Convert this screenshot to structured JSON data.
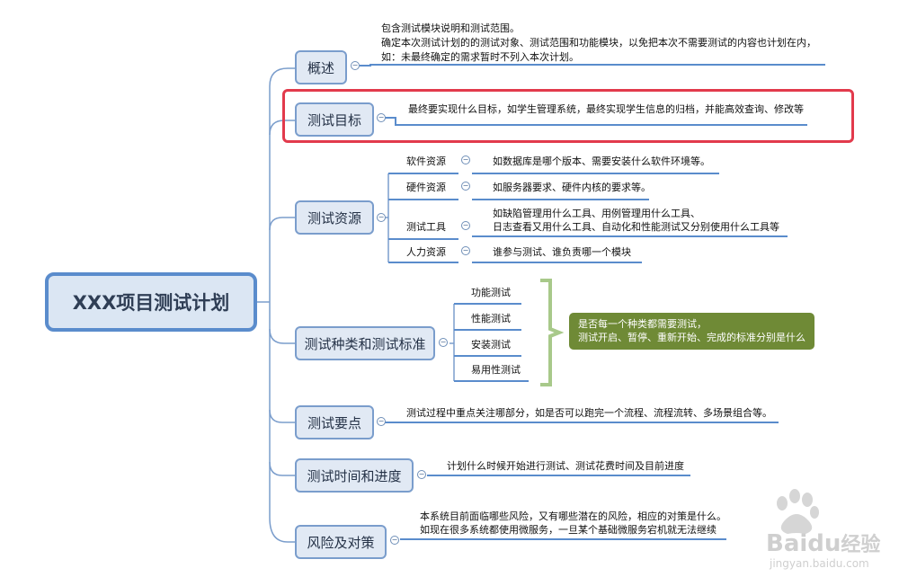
{
  "root": {
    "label": "XXX项目测试计划"
  },
  "branches": {
    "overview": {
      "label": "概述",
      "lines": [
        "包含测试模块说明和测试范围。",
        "确定本次测试计划的的测试对象、测试范围和功能模块，以免把本次不需要测试的内容也计划在内，",
        "如：未最终确定的需求暂时不列入本次计划。"
      ]
    },
    "goal": {
      "label": "测试目标",
      "text": "最终要实现什么目标，如学生管理系统，最终实现学生信息的归档，并能高效查询、修改等"
    },
    "resources": {
      "label": "测试资源",
      "items": [
        {
          "label": "软件资源",
          "desc": [
            "如数据库是哪个版本、需要安装什么软件环境等。"
          ]
        },
        {
          "label": "硬件资源",
          "desc": [
            "如服务器要求、硬件内核的要求等。"
          ]
        },
        {
          "label": "测试工具",
          "desc": [
            "如缺陷管理用什么工具、用例管理用什么工具、",
            "日志查看又用什么工具、自动化和性能测试又分别使用什么工具等"
          ]
        },
        {
          "label": "人力资源",
          "desc": [
            "谁参与测试、谁负责哪一个模块"
          ]
        }
      ]
    },
    "types": {
      "label": "测试种类和测试标准",
      "items": [
        "功能测试",
        "性能测试",
        "安装测试",
        "易用性测试"
      ],
      "note": [
        "是否每一个种类都需要测试，",
        "测试开启、暂停、重新开始、完成的标准分别是什么"
      ]
    },
    "keypoints": {
      "label": "测试要点",
      "text": "测试过程中重点关注哪部分，如是否可以跑完一个流程、流程流转、多场景组合等。"
    },
    "schedule": {
      "label": "测试时间和进度",
      "text": "计划什么时候开始进行测试、测试花费时间及目前进度"
    },
    "risk": {
      "label": "风险及对策",
      "lines": [
        "本系统目前面临哪些风险，又有哪些潜在的风险，相应的对策是什么。",
        "如现在很多系统都使用微服务，一旦某个基础微服务宕机就无法继续"
      ]
    }
  },
  "colors": {
    "node_border": "#7a9dcc",
    "node_fill": "#e1e9f4",
    "underline": "#5a8ccc",
    "highlight": "#e23a4c",
    "note_fill": "#6f8a36",
    "bracket": "#a8c98a"
  },
  "icons": {
    "toggle": "collapse-minus-icon",
    "watermark": "baidu-paw-icon"
  },
  "watermark": {
    "brand": "Bai",
    "brand2": "du",
    "brand_cn": "经验",
    "url": "jingyan.baidu.com"
  }
}
